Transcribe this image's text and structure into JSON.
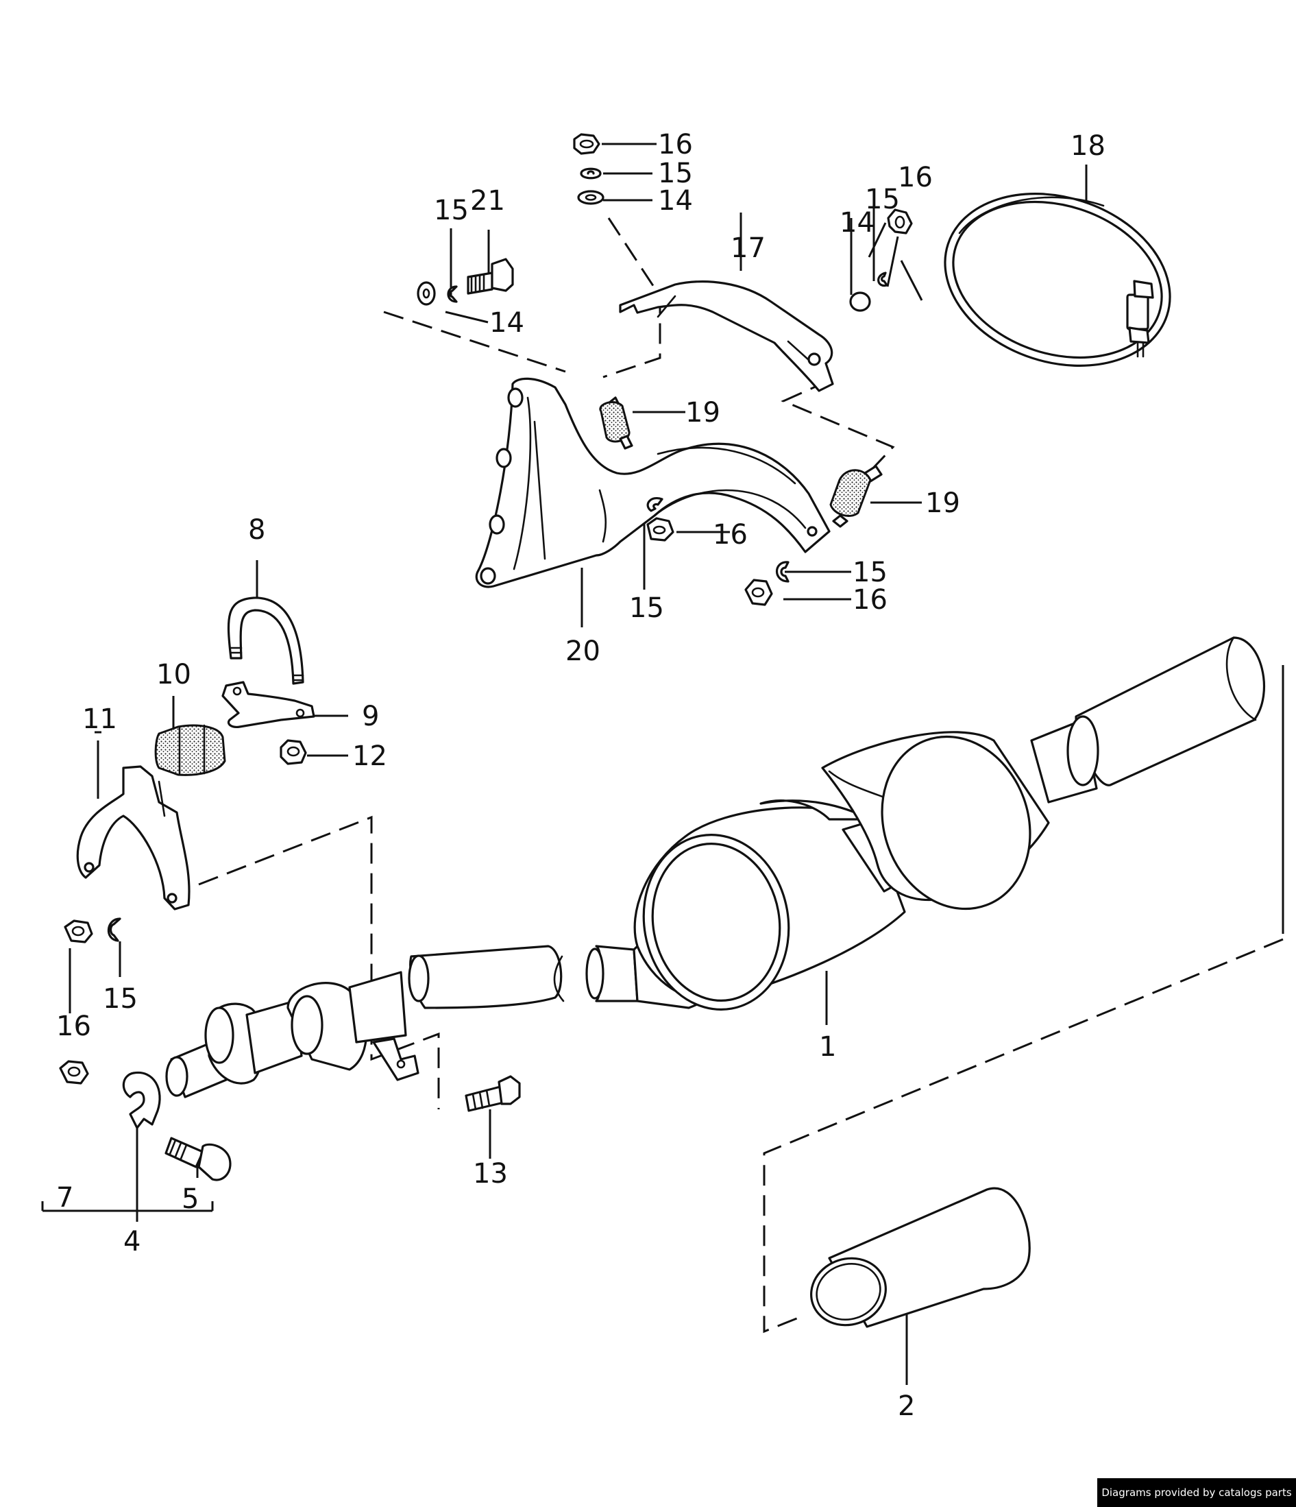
{
  "diagram": {
    "labels": [
      "1",
      "2",
      "4",
      "5",
      "7",
      "8",
      "9",
      "10",
      "11",
      "12",
      "13",
      "14",
      "15",
      "16",
      "17",
      "18",
      "19",
      "20",
      "21"
    ],
    "credit": "Diagrams provided by catalogs parts"
  }
}
